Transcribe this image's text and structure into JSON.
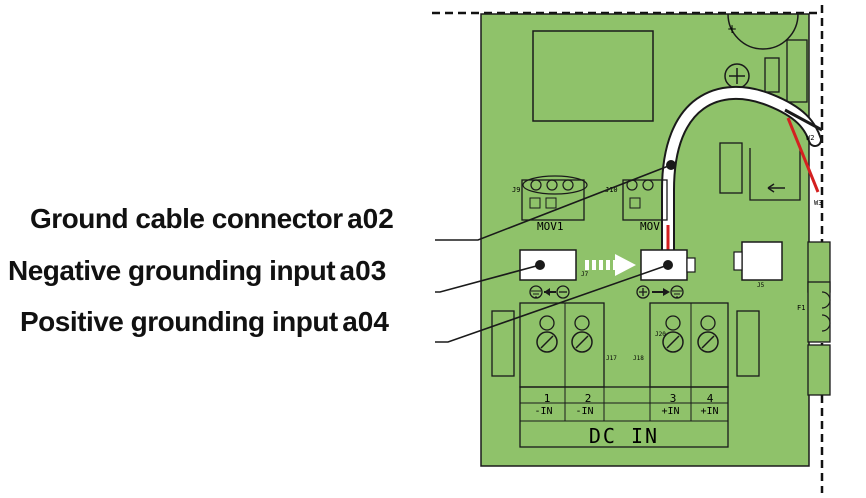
{
  "callouts": [
    {
      "text": "Ground cable connector",
      "code": "a02"
    },
    {
      "text": "Negative grounding input",
      "code": "a03"
    },
    {
      "text": "Positive grounding input",
      "code": "a04"
    }
  ],
  "board": {
    "connectors": {
      "mov1": "MOV1",
      "mov2": "MOV",
      "j9": "J9",
      "j10": "J10",
      "j7": "J7",
      "j5": "J5",
      "j17": "J17",
      "j18": "J18",
      "j20": "J20",
      "f1": "F1",
      "w2": "W2",
      "w3": "W3",
      "plus": "+"
    },
    "terminals": [
      {
        "num": "1",
        "label": "-IN"
      },
      {
        "num": "2",
        "label": "-IN"
      },
      {
        "num": "3",
        "label": "+IN"
      },
      {
        "num": "4",
        "label": "+IN"
      }
    ],
    "dc_in_label": "DC IN"
  },
  "colors": {
    "board": "#8fc26a",
    "cable": "#ffffff",
    "wire_red": "#d42020",
    "outline": "#1a1a1a"
  }
}
